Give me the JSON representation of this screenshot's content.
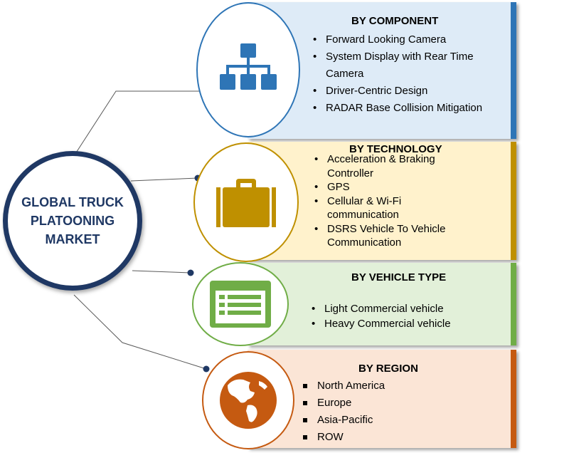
{
  "hub": {
    "line1": "GLOBAL TRUCK",
    "line2": "PLATOONING",
    "line3": "MARKET"
  },
  "segments": [
    {
      "title": "BY COMPONENT",
      "icon": "hierarchy-icon",
      "color": "#2e75b6",
      "fill": "#deebf7",
      "items": [
        "Forward Looking Camera",
        "System Display with Rear Time Camera",
        "Driver-Centric Design",
        "RADAR Base Collision Mitigation"
      ]
    },
    {
      "title": "BY TECHNOLOGY",
      "icon": "briefcase-icon",
      "color": "#bf9000",
      "fill": "#fff2cc",
      "items": [
        "Acceleration & Braking Controller",
        "GPS",
        "Cellular & Wi-Fi communication",
        "DSRS Vehicle To Vehicle Communication"
      ]
    },
    {
      "title": "BY VEHICLE TYPE",
      "icon": "list-icon",
      "color": "#70ad47",
      "fill": "#e2f0d9",
      "items": [
        "Light Commercial vehicle",
        "Heavy Commercial vehicle"
      ]
    },
    {
      "title": "BY REGION",
      "icon": "globe-icon",
      "color": "#c55a11",
      "fill": "#fbe5d6",
      "items": [
        "North America",
        "Europe",
        "Asia-Pacific",
        "ROW"
      ]
    }
  ]
}
